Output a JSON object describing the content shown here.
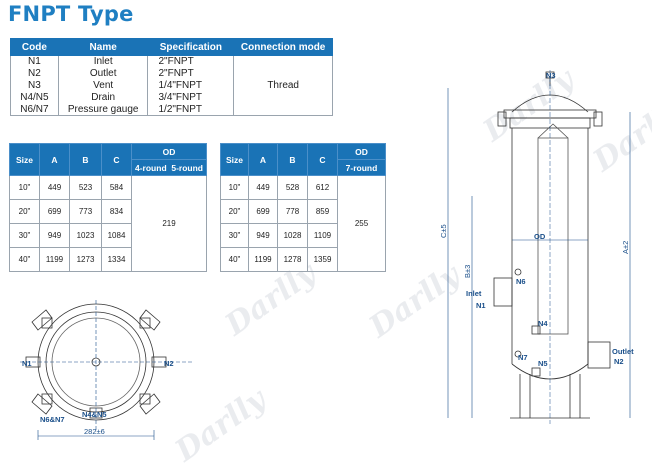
{
  "title": "FNPT Type",
  "code_table": {
    "headers": [
      "Code",
      "Name",
      "Specification",
      "Connection mode"
    ],
    "rows": [
      {
        "code": "N1",
        "name": "Inlet",
        "spec": "2\"FNPT"
      },
      {
        "code": "N2",
        "name": "Outlet",
        "spec": "2\"FNPT"
      },
      {
        "code": "N3",
        "name": "Vent",
        "spec": "1/4\"FNPT"
      },
      {
        "code": "N4/N5",
        "name": "Drain",
        "spec": "3/4\"FNPT"
      },
      {
        "code": "N6/N7",
        "name": "Pressure gauge",
        "spec": "1/2\"FNPT"
      }
    ],
    "connection": "Thread"
  },
  "size_table_a": {
    "headers": {
      "size": "Size",
      "a": "A",
      "b": "B",
      "c": "C",
      "od": "OD",
      "od_sub": "4-round  5-round"
    },
    "rows": [
      {
        "size": "10\"",
        "a": "449",
        "b": "523",
        "c": "584"
      },
      {
        "size": "20\"",
        "a": "699",
        "b": "773",
        "c": "834"
      },
      {
        "size": "30\"",
        "a": "949",
        "b": "1023",
        "c": "1084"
      },
      {
        "size": "40\"",
        "a": "1199",
        "b": "1273",
        "c": "1334"
      }
    ],
    "od_value": "219"
  },
  "size_table_b": {
    "headers": {
      "size": "Size",
      "a": "A",
      "b": "B",
      "c": "C",
      "od": "OD",
      "od_sub": "7-round"
    },
    "rows": [
      {
        "size": "10\"",
        "a": "449",
        "b": "528",
        "c": "612"
      },
      {
        "size": "20\"",
        "a": "699",
        "b": "778",
        "c": "859"
      },
      {
        "size": "30\"",
        "a": "949",
        "b": "1028",
        "c": "1109"
      },
      {
        "size": "40\"",
        "a": "1199",
        "b": "1278",
        "c": "1359"
      }
    ],
    "od_value": "255"
  },
  "top_view": {
    "n1": "N1",
    "n2": "N2",
    "n6n7": "N6&N7",
    "n4n5": "N4&N5",
    "width": "282±6"
  },
  "side_view": {
    "n3": "N3",
    "od": "OD",
    "n6": "N6",
    "inlet": "Inlet",
    "n1": "N1",
    "n4": "N4",
    "n7": "N7",
    "n5": "N5",
    "outlet": "Outlet",
    "n2": "N2",
    "c": "C±5",
    "b": "B±3",
    "a": "A±2"
  },
  "watermark": "Darlly",
  "colors": {
    "accent": "#1f7fc2",
    "header_bg": "#1a73b6",
    "line": "#1a4f8a"
  }
}
